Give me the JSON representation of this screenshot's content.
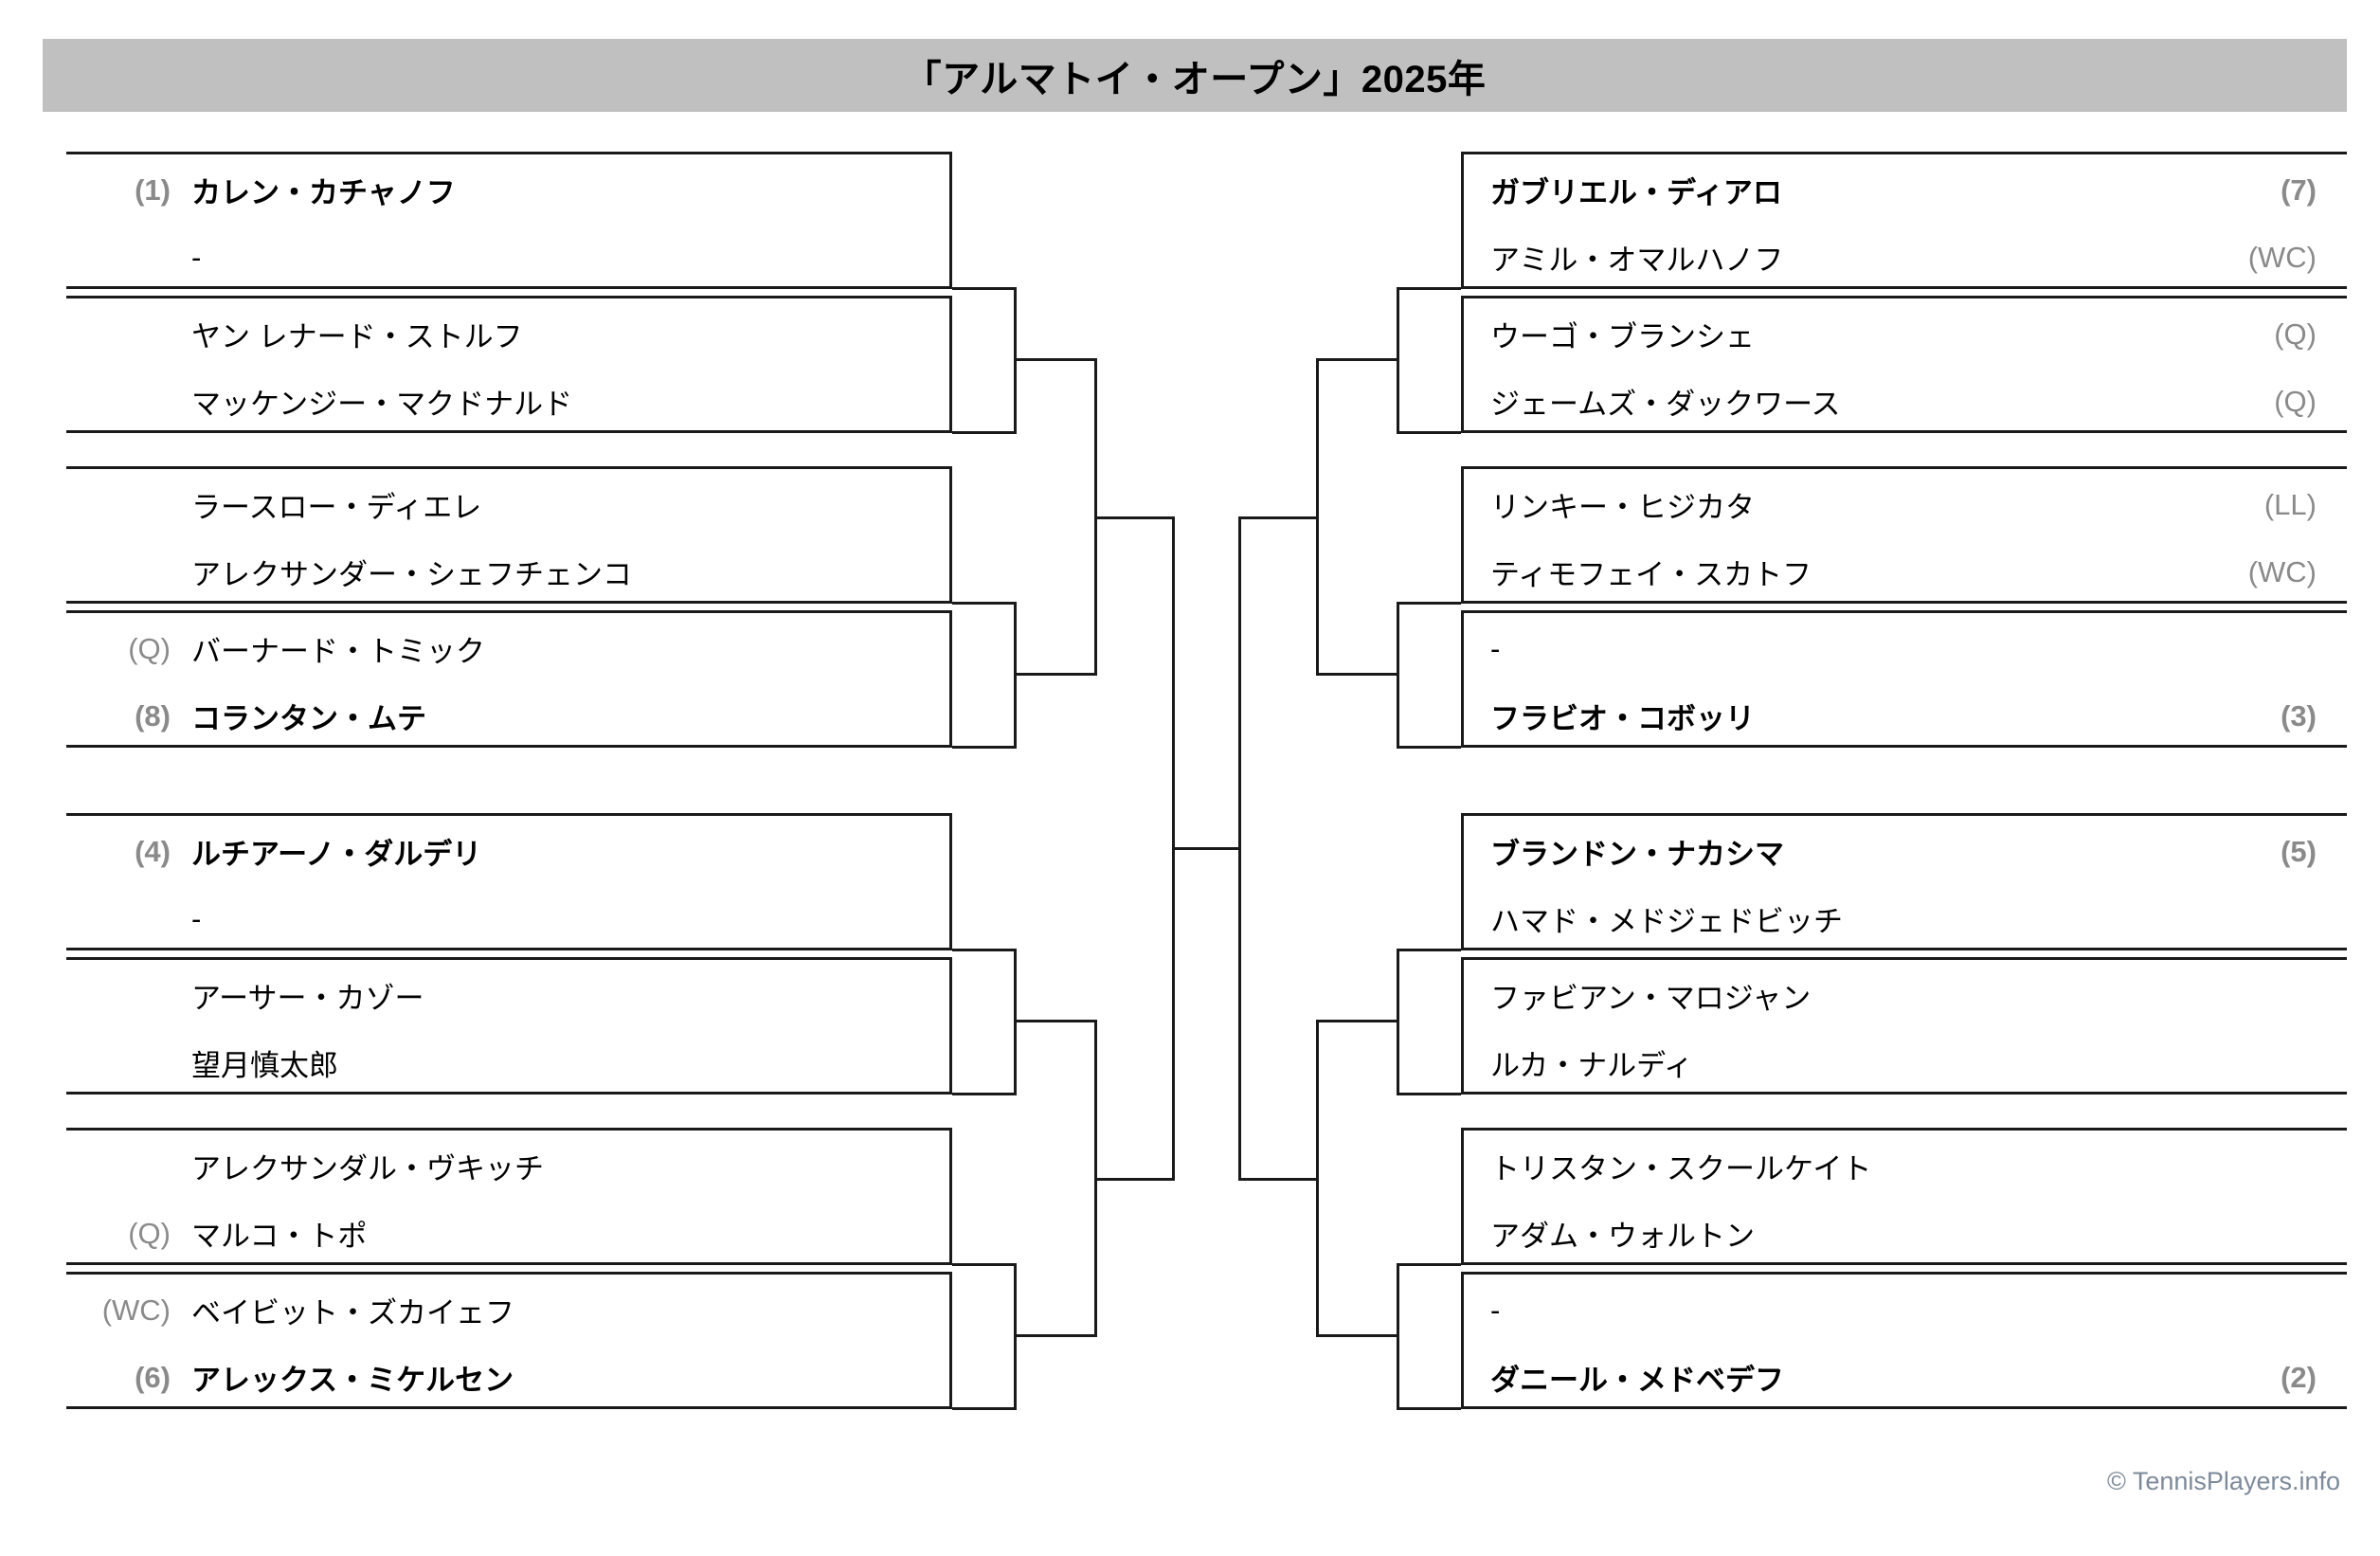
{
  "title": "「アルマトイ・オープン」2025年",
  "footer": "© TennisPlayers.info",
  "colors": {
    "title_bar_bg": "#c0c0c0",
    "line": "#1a1a1a",
    "seed_text": "#8a8a8a",
    "name_text": "#000000",
    "footer_text": "#7d8a99"
  },
  "left": {
    "matches": [
      {
        "id": "left-match-1",
        "slots": [
          {
            "seed": "(1)",
            "name": "カレン・カチャノフ",
            "bold": true
          },
          {
            "seed": "",
            "name": "-",
            "bold": false
          }
        ]
      },
      {
        "id": "left-match-2",
        "slots": [
          {
            "seed": "",
            "name": "ヤン レナード・ストルフ",
            "bold": false
          },
          {
            "seed": "",
            "name": "マッケンジー・マクドナルド",
            "bold": false
          }
        ]
      },
      {
        "id": "left-match-3",
        "slots": [
          {
            "seed": "",
            "name": "ラースロー・ディエレ",
            "bold": false
          },
          {
            "seed": "",
            "name": "アレクサンダー・シェフチェンコ",
            "bold": false
          }
        ]
      },
      {
        "id": "left-match-4",
        "slots": [
          {
            "seed": "(Q)",
            "name": "バーナード・トミック",
            "bold": false
          },
          {
            "seed": "(8)",
            "name": "コランタン・ムテ",
            "bold": true
          }
        ]
      },
      {
        "id": "left-match-5",
        "slots": [
          {
            "seed": "(4)",
            "name": "ルチアーノ・ダルデリ",
            "bold": true
          },
          {
            "seed": "",
            "name": "-",
            "bold": false
          }
        ]
      },
      {
        "id": "left-match-6",
        "slots": [
          {
            "seed": "",
            "name": "アーサー・カゾー",
            "bold": false
          },
          {
            "seed": "",
            "name": "望月慎太郎",
            "bold": false
          }
        ]
      },
      {
        "id": "left-match-7",
        "slots": [
          {
            "seed": "",
            "name": "アレクサンダル・ヴキッチ",
            "bold": false
          },
          {
            "seed": "(Q)",
            "name": "マルコ・トポ",
            "bold": false
          }
        ]
      },
      {
        "id": "left-match-8",
        "slots": [
          {
            "seed": "(WC)",
            "name": "ベイビット・ズカイェフ",
            "bold": false
          },
          {
            "seed": "(6)",
            "name": "アレックス・ミケルセン",
            "bold": true
          }
        ]
      }
    ]
  },
  "right": {
    "matches": [
      {
        "id": "right-match-1",
        "slots": [
          {
            "seed": "(7)",
            "name": "ガブリエル・ディアロ",
            "bold": true
          },
          {
            "seed": "(WC)",
            "name": "アミル・オマルハノフ",
            "bold": false
          }
        ]
      },
      {
        "id": "right-match-2",
        "slots": [
          {
            "seed": "(Q)",
            "name": "ウーゴ・ブランシェ",
            "bold": false
          },
          {
            "seed": "(Q)",
            "name": "ジェームズ・ダックワース",
            "bold": false
          }
        ]
      },
      {
        "id": "right-match-3",
        "slots": [
          {
            "seed": "(LL)",
            "name": "リンキー・ヒジカタ",
            "bold": false
          },
          {
            "seed": "(WC)",
            "name": "ティモフェイ・スカトフ",
            "bold": false
          }
        ]
      },
      {
        "id": "right-match-4",
        "slots": [
          {
            "seed": "",
            "name": "-",
            "bold": false
          },
          {
            "seed": "(3)",
            "name": "フラビオ・コボッリ",
            "bold": true
          }
        ]
      },
      {
        "id": "right-match-5",
        "slots": [
          {
            "seed": "(5)",
            "name": "ブランドン・ナカシマ",
            "bold": true
          },
          {
            "seed": "",
            "name": "ハマド・メドジェドビッチ",
            "bold": false
          }
        ]
      },
      {
        "id": "right-match-6",
        "slots": [
          {
            "seed": "",
            "name": "ファビアン・マロジャン",
            "bold": false
          },
          {
            "seed": "",
            "name": "ルカ・ナルディ",
            "bold": false
          }
        ]
      },
      {
        "id": "right-match-7",
        "slots": [
          {
            "seed": "",
            "name": "トリスタン・スクールケイト",
            "bold": false
          },
          {
            "seed": "",
            "name": "アダム・ウォルトン",
            "bold": false
          }
        ]
      },
      {
        "id": "right-match-8",
        "slots": [
          {
            "seed": "",
            "name": "-",
            "bold": false
          },
          {
            "seed": "(2)",
            "name": "ダニール・メドベデフ",
            "bold": true
          }
        ]
      }
    ]
  }
}
